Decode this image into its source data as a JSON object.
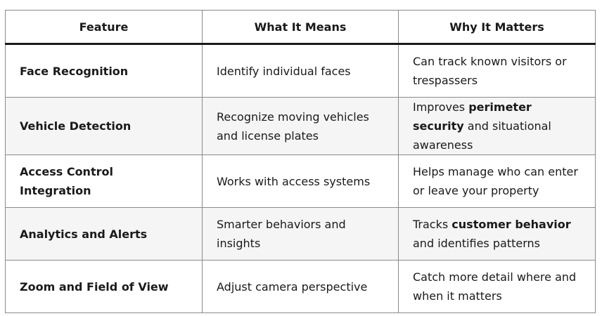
{
  "table": {
    "headers": [
      "Feature",
      "What It Means",
      "Why It Matters"
    ],
    "rows": [
      {
        "feature": "Face Recognition",
        "means": "Identify individual faces",
        "matters": [
          {
            "text": "Can track known visitors or trespassers",
            "bold": false
          }
        ]
      },
      {
        "feature": "Vehicle Detection",
        "means": "Recognize moving vehicles and license plates",
        "matters": [
          {
            "text": "Improves ",
            "bold": false
          },
          {
            "text": "perimeter security",
            "bold": true
          },
          {
            "text": " and situational awareness",
            "bold": false
          }
        ]
      },
      {
        "feature": "Access Control Integration",
        "means": "Works with access systems",
        "matters": [
          {
            "text": "Helps manage who can enter or leave your property",
            "bold": false
          }
        ]
      },
      {
        "feature": "Analytics and Alerts",
        "means": "Smarter behaviors and insights",
        "matters": [
          {
            "text": "Tracks ",
            "bold": false
          },
          {
            "text": "customer behavior",
            "bold": true
          },
          {
            "text": " and identifies patterns",
            "bold": false
          }
        ]
      },
      {
        "feature": "Zoom and Field of View",
        "means": "Adjust camera perspective",
        "matters": [
          {
            "text": "Catch more detail where and when it matters",
            "bold": false
          }
        ]
      }
    ]
  }
}
